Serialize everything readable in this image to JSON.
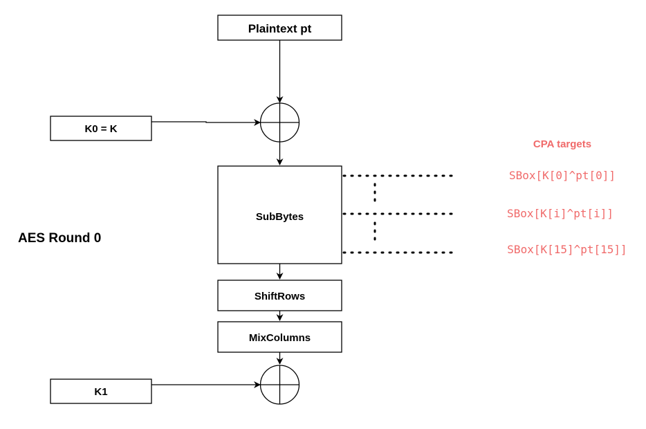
{
  "diagram": {
    "title": "AES Round 0",
    "plaintext_label": "Plaintext pt",
    "k0_label": "K0 = K",
    "k1_label": "K1",
    "subbytes_label": "SubBytes",
    "shiftrows_label": "ShiftRows",
    "mixcolumns_label": "MixColumns",
    "xor_symbol": "⊕",
    "cpa": {
      "heading": "CPA targets",
      "targets": [
        "SBox[K[0]^pt[0]]",
        "SBox[K[i]^pt[i]]",
        "SBox[K[15]^pt[15]]"
      ]
    }
  },
  "colors": {
    "stroke": "#000000",
    "cpa_accent": "#f06a6a",
    "background": "#ffffff"
  }
}
